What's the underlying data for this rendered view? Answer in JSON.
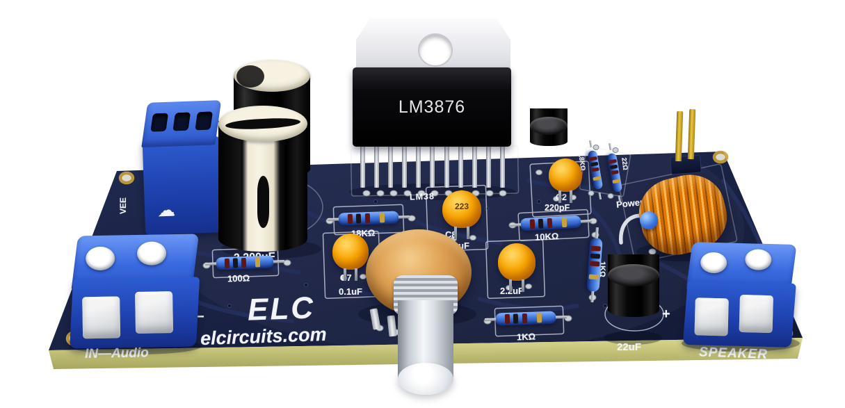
{
  "scene": {
    "background_color": "#ffffff",
    "board_color": "#1a2244",
    "board_edge_color": "#c7c77d",
    "silkscreen_color": "#f2f4fa"
  },
  "icons": {
    "cloud": "☁"
  },
  "ic": {
    "marking": "LM3876"
  },
  "capacitors": {
    "bulk_value": "2,200uF",
    "c8_marking": "223",
    "c8_ref": "C8",
    "c8_value": "0.1uF",
    "c7_ref": "C7",
    "c7_value": "0.1uF",
    "c2_ref": "C2",
    "c2_value": "220pF",
    "coupling_value": "2.2uF",
    "output_value": "22uF"
  },
  "resistors": {
    "r_100": "100Ω",
    "r_18k": "18KΩ",
    "r_10k": "10KΩ",
    "r_1k_a": "1KΩ",
    "r_1k_b": "1KΩ",
    "r_small_a": "18KΩ",
    "r_small_b": "22Ω"
  },
  "silkscreen": {
    "brand": "ELC",
    "website": "elcircuits.com",
    "input_label": "IN—Audio",
    "speaker_label": "SPEAKER",
    "power_label": "Power",
    "vee_label": "VEE",
    "ic_ref": "LM38",
    "plus_mark": "+",
    "minus_mark": "−"
  }
}
